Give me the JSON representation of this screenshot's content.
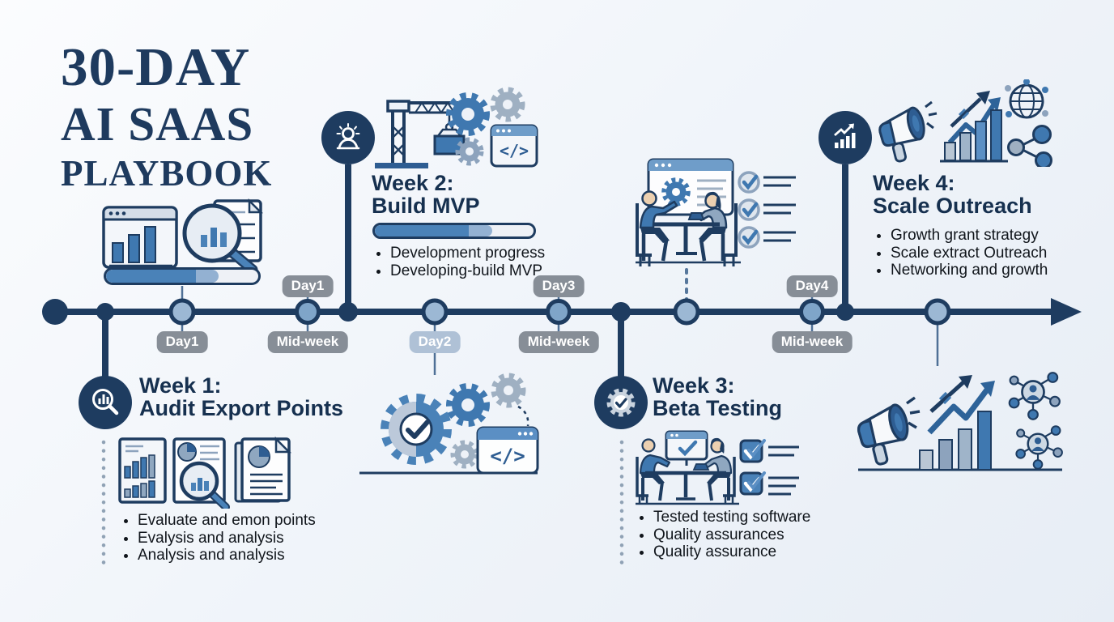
{
  "title": {
    "line1": "30-DAY",
    "line2": "AI SAAS",
    "line3": "PLAYBOOK"
  },
  "header_progress": {
    "percent": 74
  },
  "timeline": {
    "labels": [
      {
        "text": "Day1"
      },
      {
        "text": "Day1"
      },
      {
        "text": "Mid-week"
      },
      {
        "text": "Day2"
      },
      {
        "text": "Day3"
      },
      {
        "text": "Mid-week"
      },
      {
        "text": "Day4"
      },
      {
        "text": "Mid-week"
      }
    ]
  },
  "weeks": [
    {
      "title_line1": "Week 1:",
      "title_line2": "Audit Export Points",
      "bullets": [
        "Evaluate and emon points",
        "Evalysis and analysis",
        "Analysis and analysis"
      ]
    },
    {
      "title_line1": "Week 2:",
      "title_line2": "Build MVP",
      "progress_percent": 74,
      "bullets": [
        "Development progress",
        "Developing-build MVP"
      ]
    },
    {
      "title_line1": "Week 3:",
      "title_line2": "Beta Testing",
      "bullets": [
        "Tested testing software",
        "Quality assurances",
        "Quality assurance"
      ]
    },
    {
      "title_line1": "Week 4:",
      "title_line2": "Scale Outreach",
      "bullets": [
        "Growth grant strategy",
        "Scale extract Outreach",
        "Networking and growth"
      ]
    }
  ],
  "icons": {
    "code_glyph": "</>"
  },
  "colors": {
    "navy": "#1e3c60",
    "blue": "#3f78b0",
    "light_blue": "#8fb0d4",
    "badge_gray": "#878e97",
    "badge_light": "#afc1d6",
    "background": "#eef2f8"
  }
}
